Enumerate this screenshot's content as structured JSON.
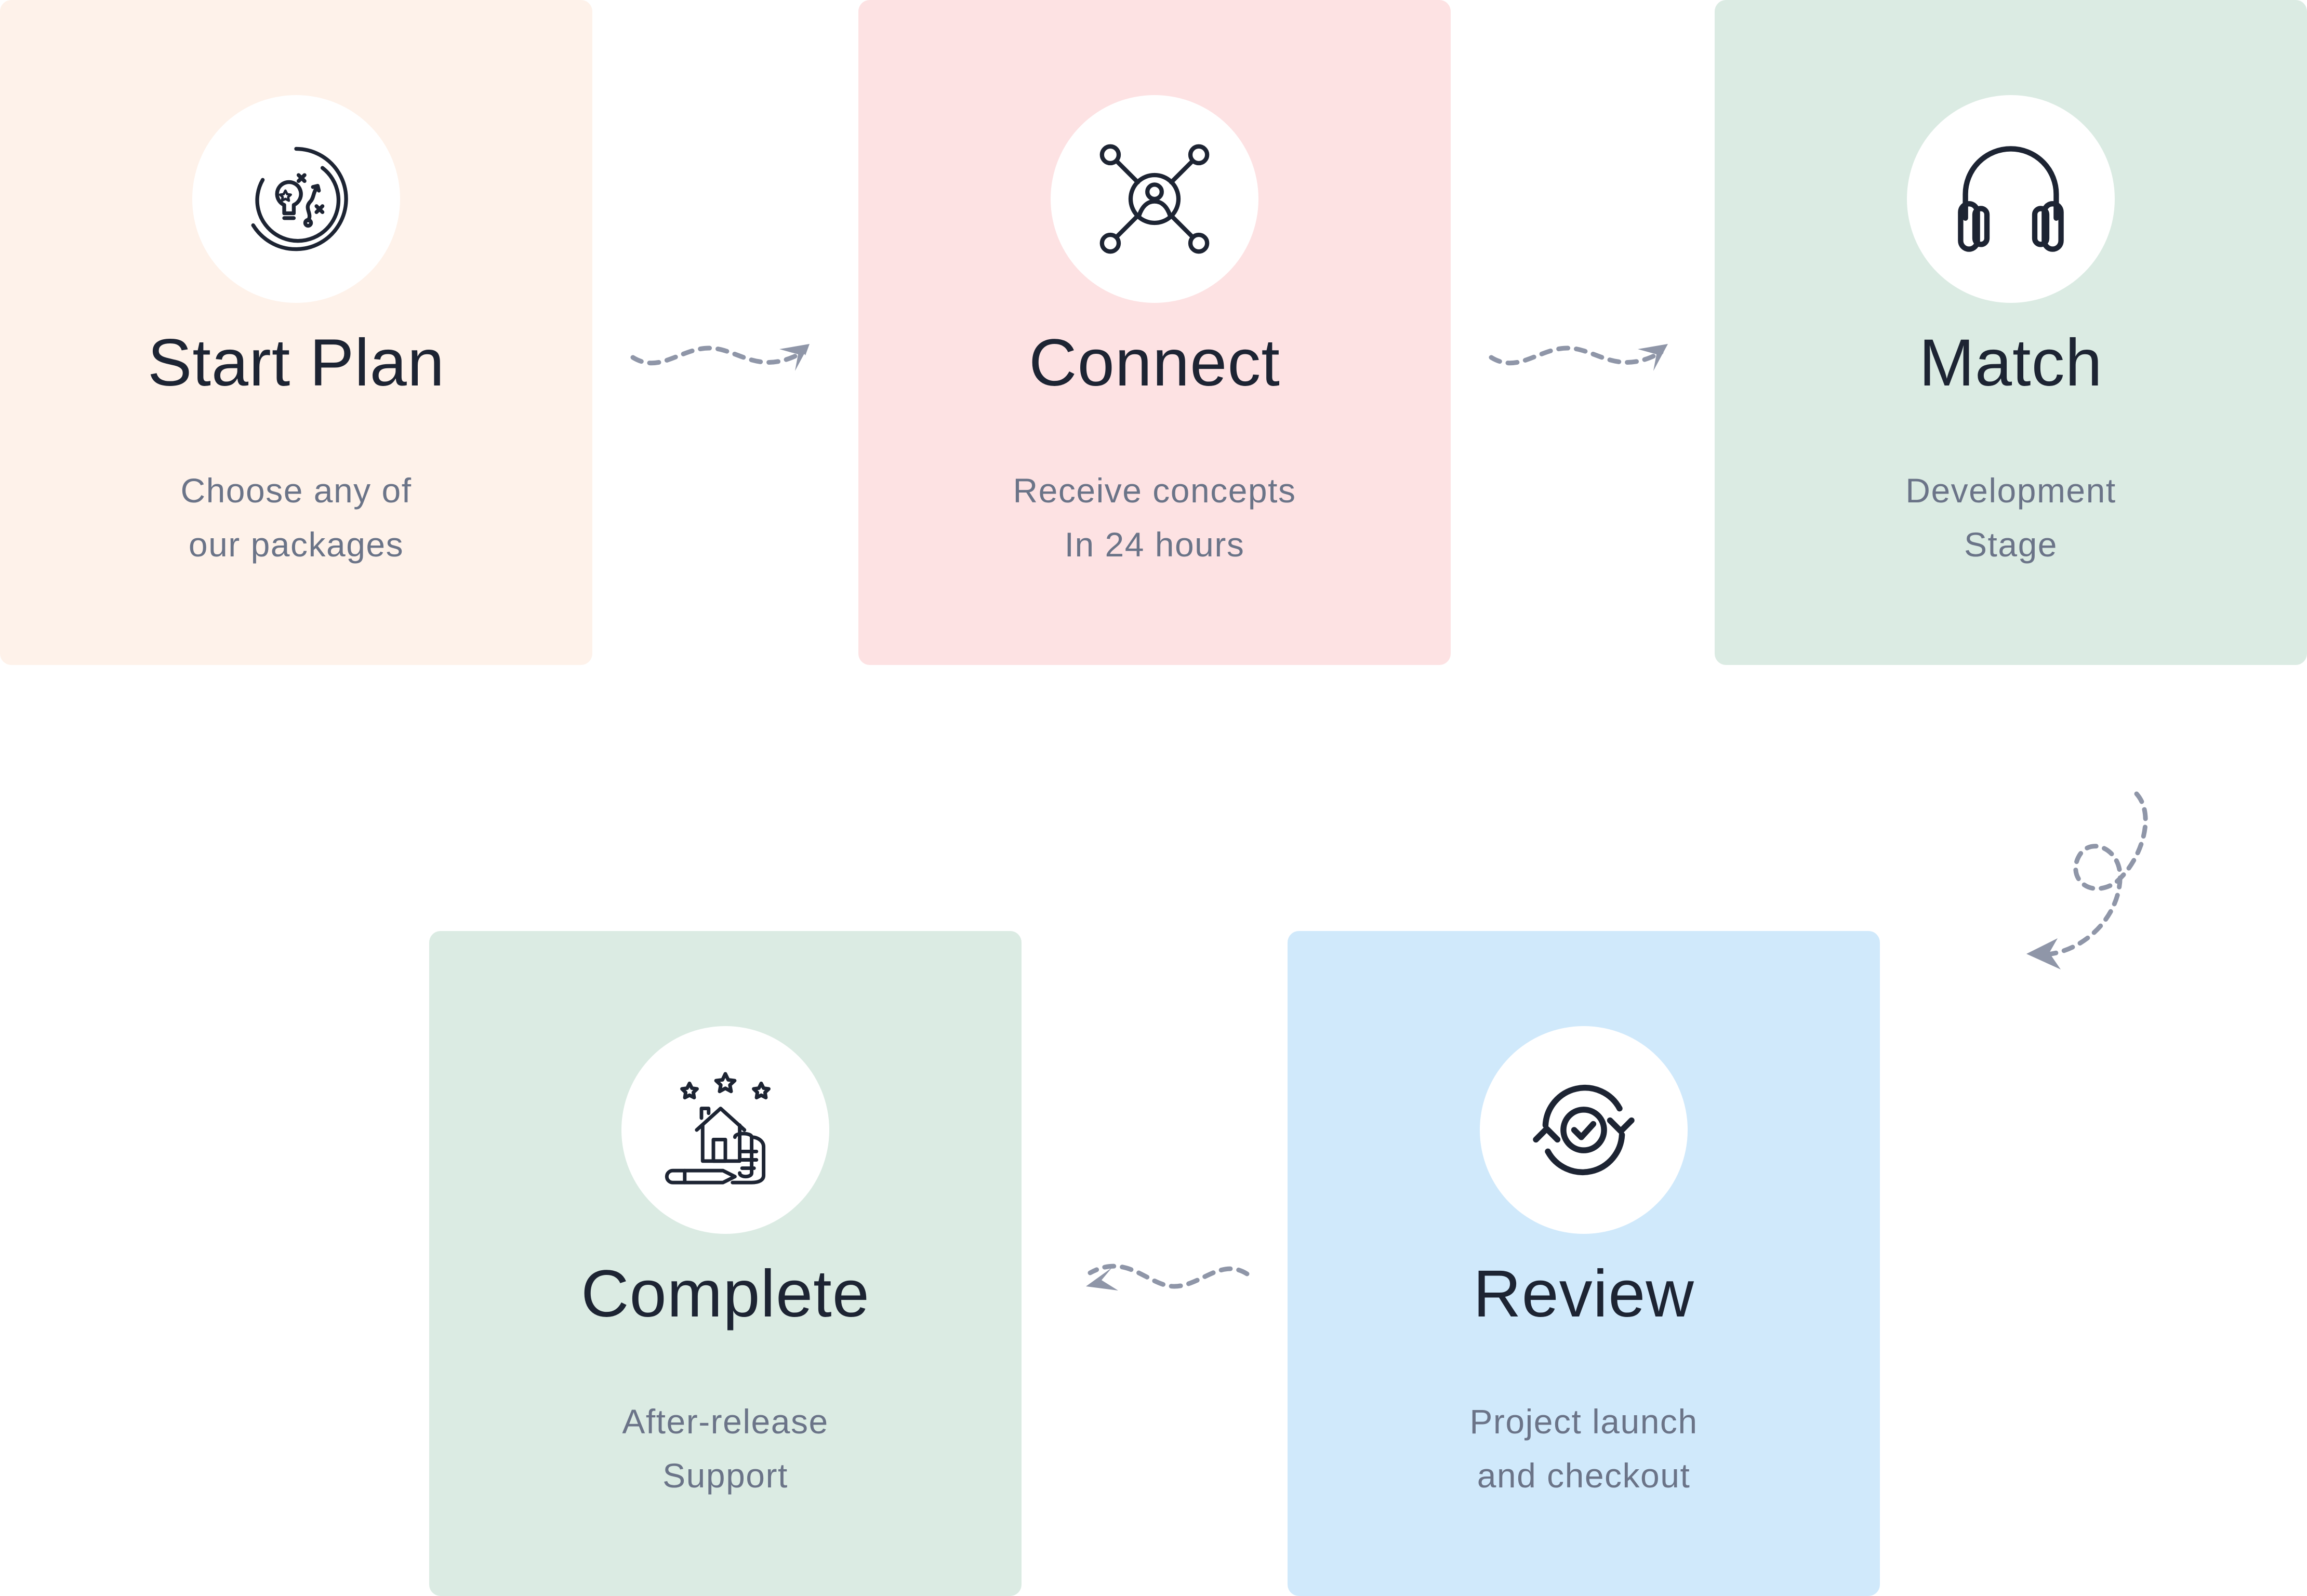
{
  "colors": {
    "peach": "#fef2ea",
    "pink": "#fde2e3",
    "mint": "#dbebe3",
    "blue": "#d0e9fb",
    "text_dark": "#1d2433",
    "text_muted": "#6b7488",
    "arrow": "#8f96a8"
  },
  "steps": [
    {
      "title": "Start Plan",
      "line1": "Choose any of",
      "line2": "our packages",
      "icon": "strategy-bulb-icon",
      "color": "#fef2ea"
    },
    {
      "title": "Connect",
      "line1": "Receive concepts",
      "line2": "In 24 hours",
      "icon": "network-user-icon",
      "color": "#fde2e3"
    },
    {
      "title": "Match",
      "line1": "Development",
      "line2": "Stage",
      "icon": "headphones-icon",
      "color": "#dbebe3"
    },
    {
      "title": "Review",
      "line1": "Project launch",
      "line2": "and checkout",
      "icon": "refresh-check-icon",
      "color": "#d0e9fb"
    },
    {
      "title": "Complete",
      "line1": "After-release",
      "line2": "Support",
      "icon": "house-plan-stars-icon",
      "color": "#dbebe3"
    }
  ]
}
